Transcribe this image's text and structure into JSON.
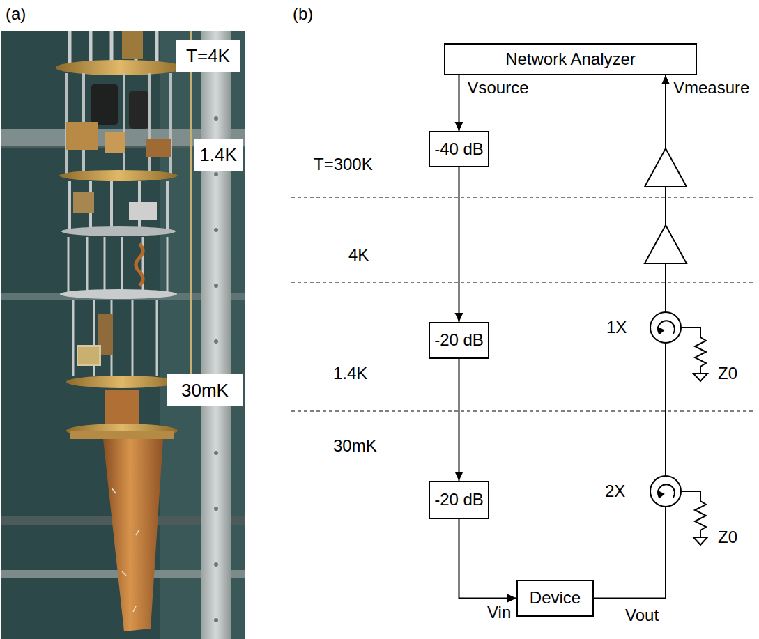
{
  "diagram": {
    "nodes": [
      {
        "text": [
          "T=4K"
        ]
      },
      {
        "text": [
          "1.4K"
        ]
      },
      {
        "text": [
          "30mK"
        ]
      },
      {
        "text": [
          "Network Analyzer"
        ]
      },
      {
        "text": [
          "-40 dB"
        ]
      },
      {
        "text": [
          "-20 dB"
        ]
      },
      {
        "text": [
          "-20 dB"
        ]
      },
      {
        "text": [
          "Device"
        ]
      }
    ],
    "edges": [
      {
        "from": 3,
        "to": 4,
        "arrow": "to",
        "label": "Vsource"
      },
      {
        "from": 4,
        "to": 5,
        "arrow": "to"
      },
      {
        "from": 5,
        "to": 6,
        "arrow": "to"
      },
      {
        "from": 6,
        "to": 7,
        "arrow": "to",
        "label": "Vin"
      },
      {
        "from": 7,
        "to": 3,
        "arrow": "to",
        "label": "Vout"
      }
    ],
    "labels": [
      "(a)",
      "(b)",
      "T=300K",
      "4K",
      "1.4K",
      "30mK",
      "Vmeasure",
      "1X",
      "Z0",
      "2X",
      "Z0"
    ]
  }
}
